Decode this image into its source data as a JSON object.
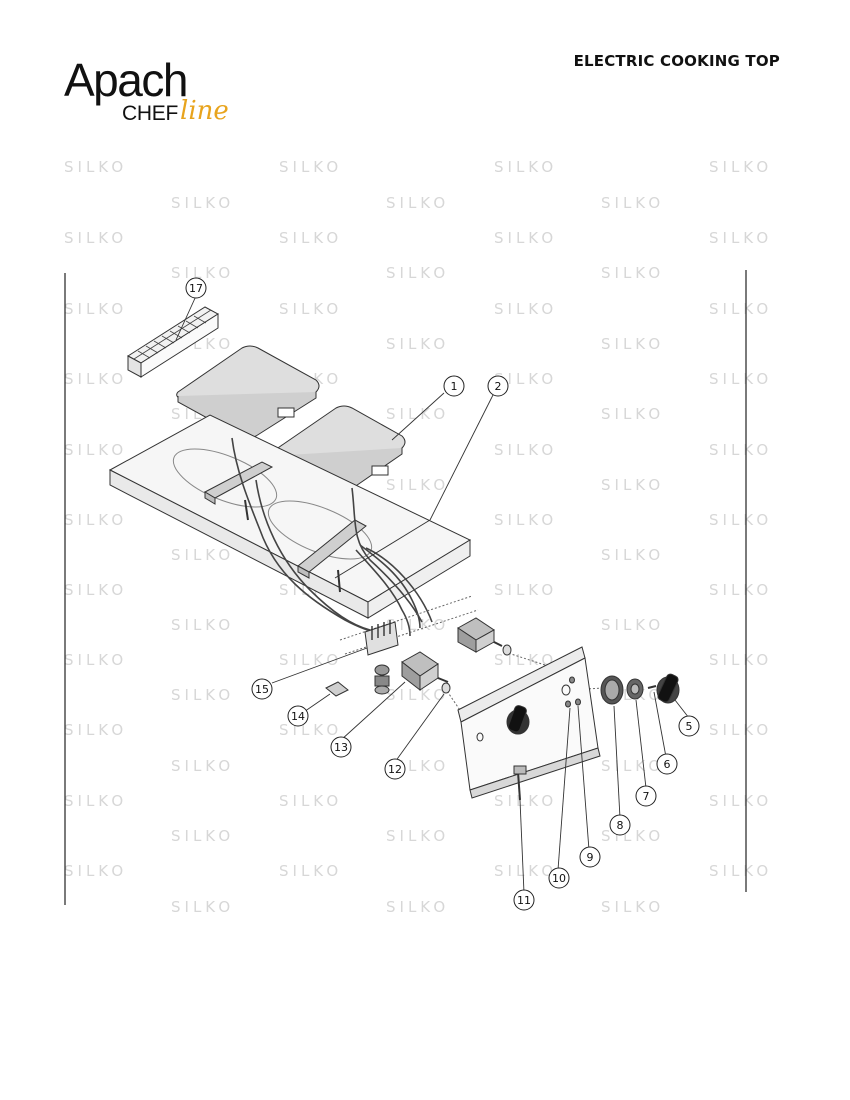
{
  "header": {
    "brand": "Apach",
    "brand_sub": "CHEF",
    "brand_script": "line",
    "title": "ELECTRIC COOKING TOP"
  },
  "watermark": {
    "text": "SILKO"
  },
  "callouts": [
    {
      "label": "1"
    },
    {
      "label": "2"
    },
    {
      "label": "5"
    },
    {
      "label": "6"
    },
    {
      "label": "7"
    },
    {
      "label": "8"
    },
    {
      "label": "9"
    },
    {
      "label": "10"
    },
    {
      "label": "11"
    },
    {
      "label": "12"
    },
    {
      "label": "13"
    },
    {
      "label": "14"
    },
    {
      "label": "15"
    },
    {
      "label": "17"
    }
  ]
}
